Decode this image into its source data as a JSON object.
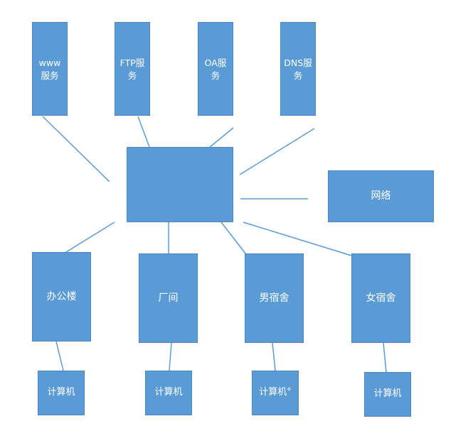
{
  "services": [
    {
      "label": "www\n服务"
    },
    {
      "label": "FTP服\n务"
    },
    {
      "label": "OA服\n务"
    },
    {
      "label": "DNS服\n务"
    }
  ],
  "switch": {
    "label": ""
  },
  "network": {
    "label": "网络"
  },
  "buildings": [
    {
      "label": "办公楼"
    },
    {
      "label": "厂间"
    },
    {
      "label": "男宿舍"
    },
    {
      "label": "女宿舍"
    }
  ],
  "computers": [
    {
      "label": "计算机"
    },
    {
      "label": "计算机"
    },
    {
      "label": "计算机°"
    },
    {
      "label": "计算机"
    }
  ],
  "colors": {
    "node_fill": "#5b9bd5",
    "node_border": "#4a87c2",
    "link": "#5b9bd5",
    "text": "#ffffff"
  }
}
